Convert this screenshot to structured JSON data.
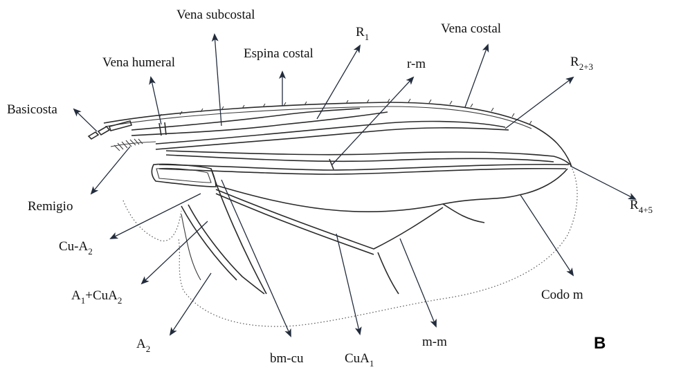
{
  "diagram": {
    "panel_label": "B",
    "labels": {
      "vena_subcostal": "Vena subcostal",
      "r1_base": "R",
      "r1_sub": "1",
      "vena_costal": "Vena costal",
      "espina_costal": "Espina costal",
      "vena_humeral": "Vena humeral",
      "rm": "r-m",
      "r23_base": "R",
      "r23_sub": "2+3",
      "basicosta": "Basicosta",
      "remigio": "Remigio",
      "r45_base": "R",
      "r45_sub": "4+5",
      "cua2_base": "Cu-A",
      "cua2_sub": "2",
      "a1cua2_a": "A",
      "a1cua2_sub1": "1",
      "a1cua2_b": "+CuA",
      "a1cua2_sub2": "2",
      "codo_m": "Codo m",
      "a2_base": "A",
      "a2_sub": "2",
      "bmcu": "bm-cu",
      "cua1_base": "CuA",
      "cua1_sub": "1",
      "mm": "m-m"
    }
  }
}
